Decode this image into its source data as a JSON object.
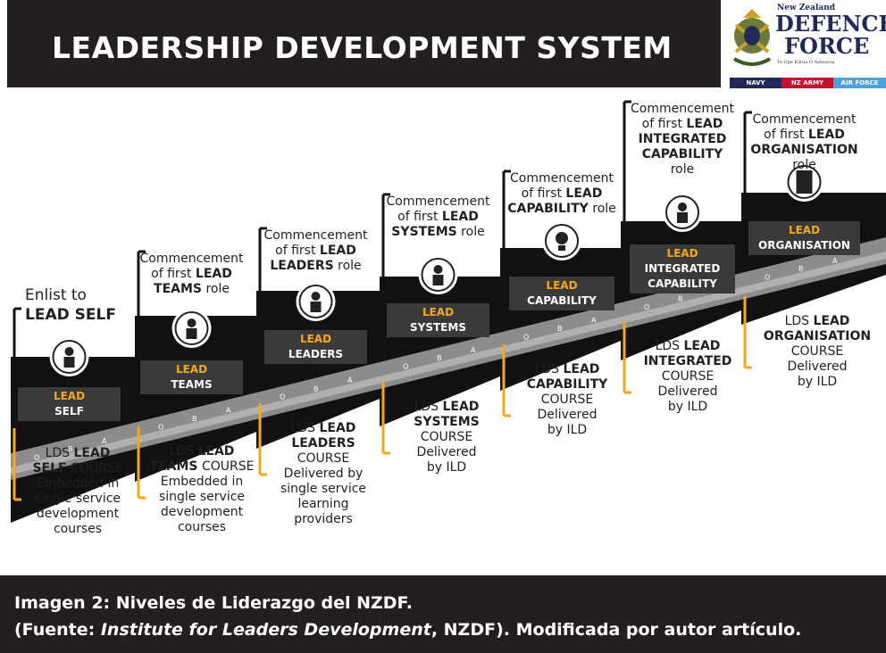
{
  "title": "LEADERSHIP DEVELOPMENT SYSTEM",
  "logo": {
    "country": "New Zealand",
    "line1": "DEFENCE",
    "line2": "FORCE",
    "motto": "Te Ope Kātua O Aotearoa",
    "services": [
      "NAVY",
      "NZ ARMY",
      "AIR FORCE"
    ],
    "colors": {
      "navy": "#1f2a5a",
      "army": "#c8102e",
      "airforce": "#4aa3df"
    }
  },
  "road_letters": [
    "O",
    "B",
    "A"
  ],
  "accent_color": "#f6a81c",
  "levels": [
    {
      "id": "self",
      "top_lines": [
        [
          "Enlist to"
        ],
        [
          "",
          "LEAD SELF"
        ]
      ],
      "box": [
        "LEAD",
        "SELF"
      ],
      "icon": "single-person-icon",
      "bottom_lines": [
        [
          "LDS ",
          "LEAD"
        ],
        [
          "",
          "SELF",
          " COURSE"
        ],
        [
          "Embedded in"
        ],
        [
          "single service"
        ],
        [
          "development"
        ],
        [
          "courses"
        ]
      ]
    },
    {
      "id": "teams",
      "top_lines": [
        [
          "Commencement"
        ],
        [
          "of first ",
          "LEAD"
        ],
        [
          "",
          "TEAMS",
          " role"
        ]
      ],
      "box": [
        "LEAD",
        "TEAMS"
      ],
      "icon": "team-group-icon",
      "bottom_lines": [
        [
          "LDS ",
          "LEAD"
        ],
        [
          "",
          "TEAMS",
          " COURSE"
        ],
        [
          "Embedded in"
        ],
        [
          "single service"
        ],
        [
          "development"
        ],
        [
          "courses"
        ]
      ]
    },
    {
      "id": "leaders",
      "top_lines": [
        [
          "Commencement"
        ],
        [
          "of first ",
          "LEAD"
        ],
        [
          "",
          "LEADERS",
          " role"
        ]
      ],
      "box": [
        "LEAD",
        "LEADERS"
      ],
      "icon": "leaders-group-icon",
      "bottom_lines": [
        [
          "LDS ",
          "LEAD"
        ],
        [
          "",
          "LEADERS"
        ],
        [
          "COURSE"
        ],
        [
          "Delivered by"
        ],
        [
          "single service"
        ],
        [
          "learning"
        ],
        [
          "providers"
        ]
      ]
    },
    {
      "id": "systems",
      "top_lines": [
        [
          "Commencement"
        ],
        [
          "of first ",
          "LEAD"
        ],
        [
          "",
          "SYSTEMS",
          " role"
        ]
      ],
      "box": [
        "LEAD",
        "SYSTEMS"
      ],
      "icon": "circuit-brain-icon",
      "bottom_lines": [
        [
          "LDS ",
          "LEAD"
        ],
        [
          "",
          "SYSTEMS"
        ],
        [
          "COURSE"
        ],
        [
          "Delivered"
        ],
        [
          "by ILD"
        ]
      ]
    },
    {
      "id": "capability",
      "top_lines": [
        [
          "Commencement"
        ],
        [
          "of first ",
          "LEAD"
        ],
        [
          "",
          "CAPABILITY",
          " role"
        ]
      ],
      "box": [
        "LEAD",
        "CAPABILITY"
      ],
      "icon": "lightbulb-icon",
      "bottom_lines": [
        [
          "LDS ",
          "LEAD"
        ],
        [
          "",
          "CAPABILITY"
        ],
        [
          "COURSE"
        ],
        [
          "Delivered"
        ],
        [
          "by ILD"
        ]
      ]
    },
    {
      "id": "integrated",
      "top_lines": [
        [
          "Commencement"
        ],
        [
          "of first ",
          "LEAD"
        ],
        [
          "",
          "INTEGRATED"
        ],
        [
          "",
          "CAPABILITY"
        ],
        [
          "role"
        ]
      ],
      "box": [
        "LEAD",
        "INTEGRATED",
        "CAPABILITY"
      ],
      "icon": "network-nodes-icon",
      "bottom_lines": [
        [
          "LDS ",
          "LEAD"
        ],
        [
          "",
          "INTEGRATED"
        ],
        [
          "COURSE"
        ],
        [
          "Delivered"
        ],
        [
          "by ILD"
        ]
      ]
    },
    {
      "id": "organisation",
      "top_lines": [
        [
          "Commencement"
        ],
        [
          "of first ",
          "LEAD"
        ],
        [
          "",
          "ORGANISATION",
          " role"
        ]
      ],
      "box": [
        "LEAD",
        "ORGANISATION"
      ],
      "icon": "building-icon",
      "bottom_lines": [
        [
          "LDS ",
          "LEAD"
        ],
        [
          "",
          "ORGANISATION"
        ],
        [
          "COURSE"
        ],
        [
          "Delivered"
        ],
        [
          "by ILD"
        ]
      ]
    }
  ],
  "caption": {
    "line1": "Imagen 2: Niveles de Liderazgo del NZDF.",
    "line2_prefix": "(Fuente: ",
    "line2_italic": "Institute for Leaders Development",
    "line2_suffix": ", NZDF). Modificada por autor artículo."
  }
}
